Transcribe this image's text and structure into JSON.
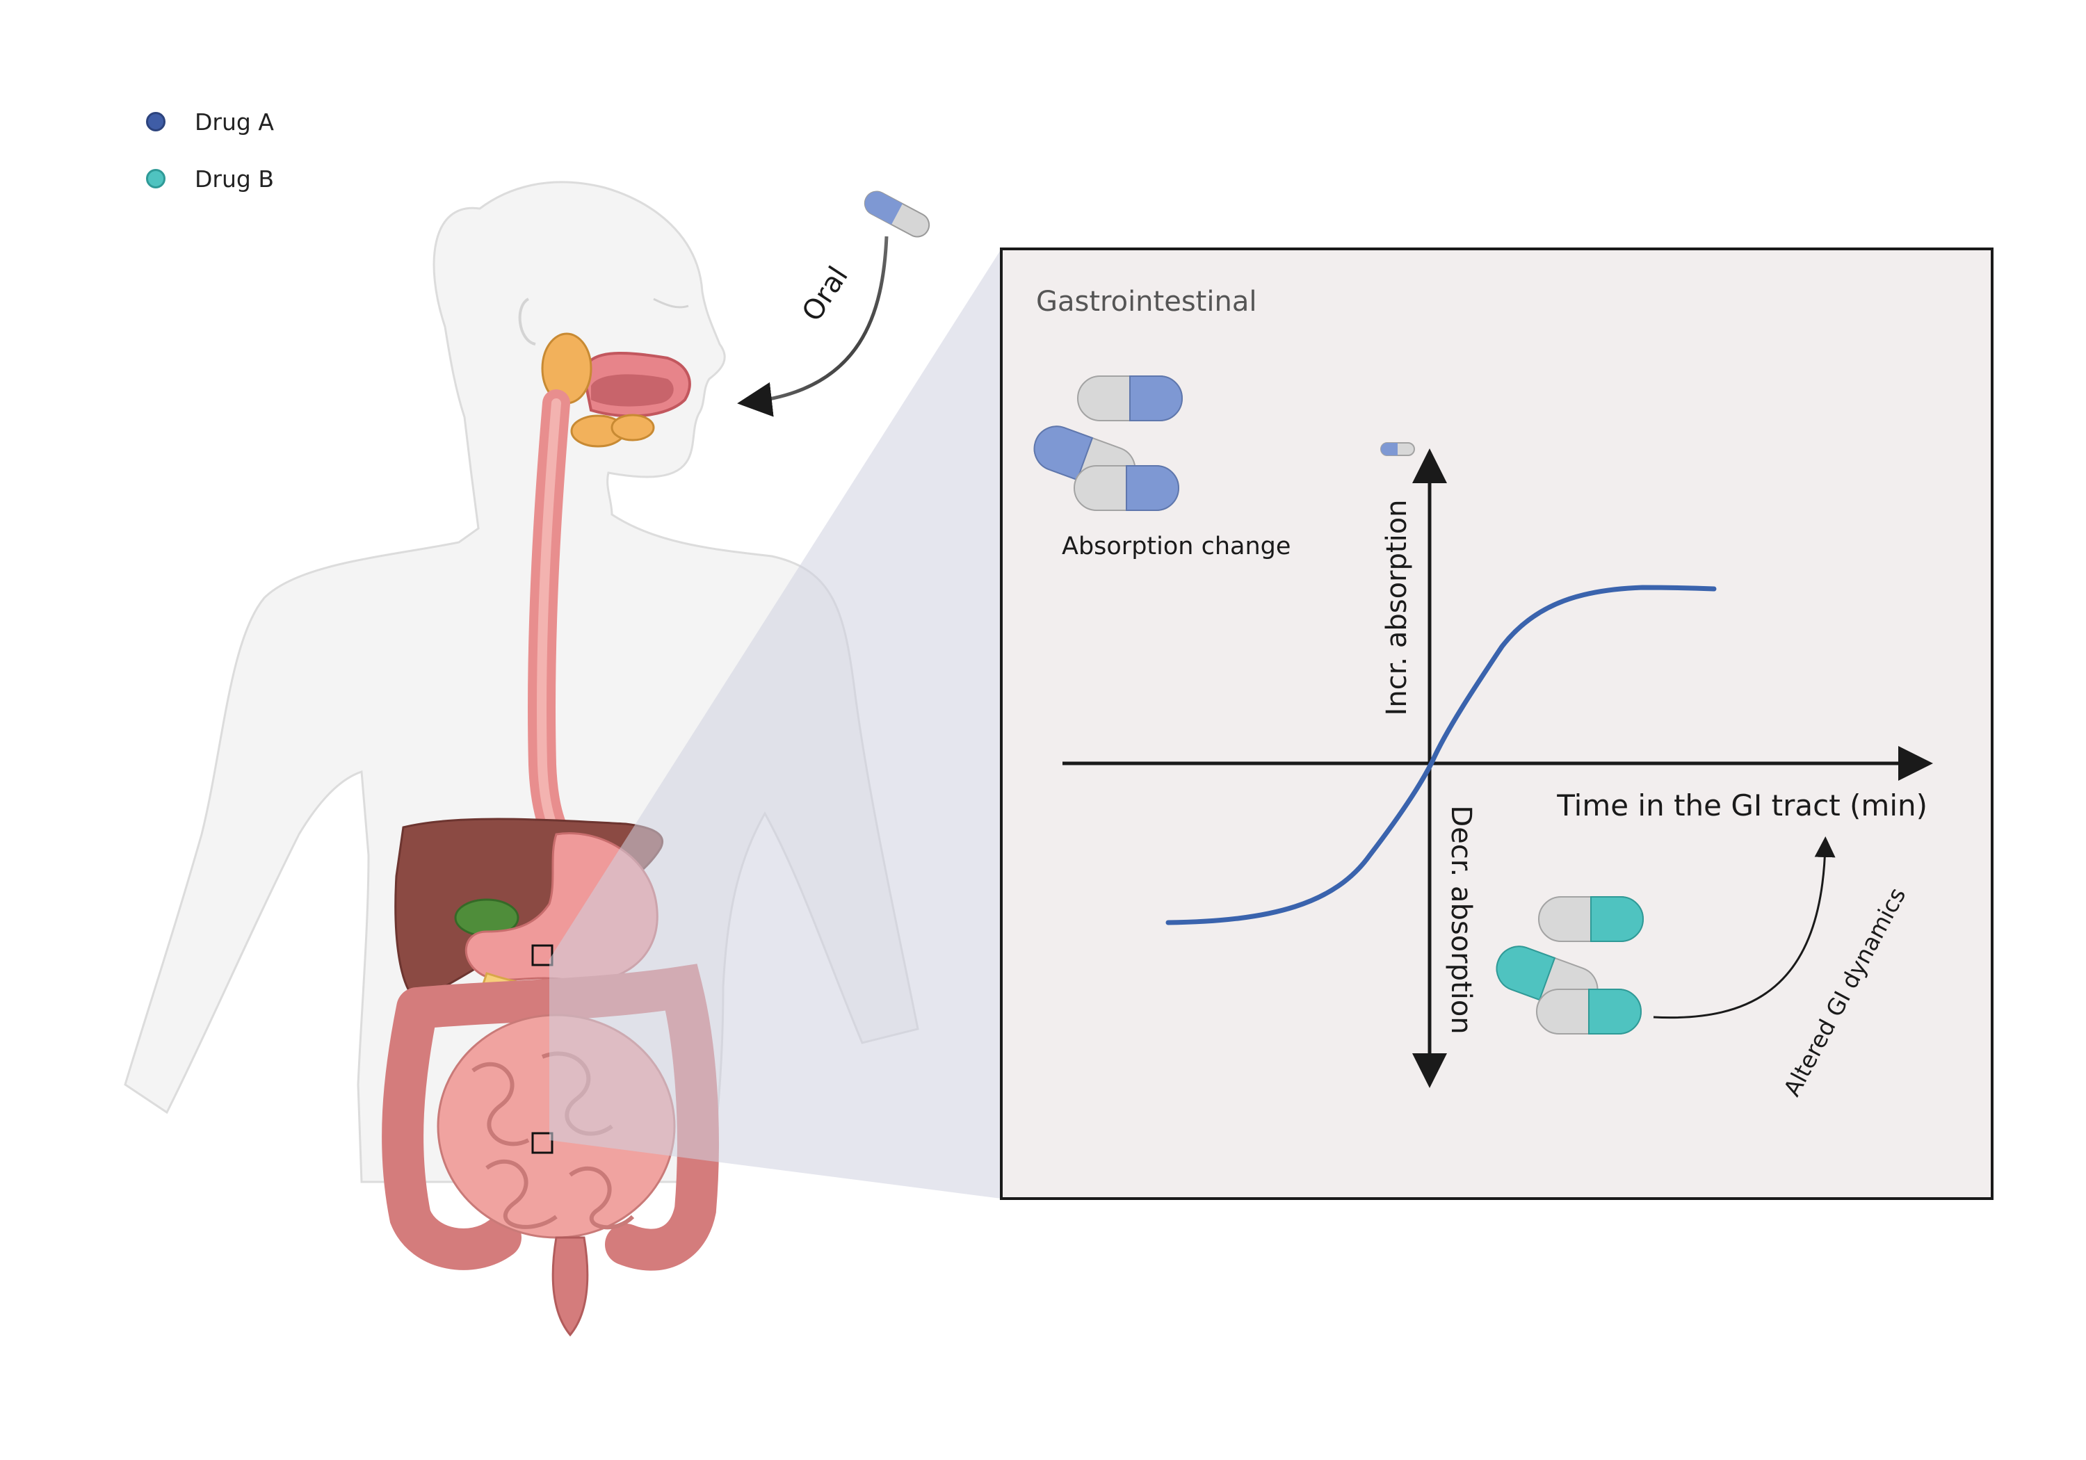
{
  "legend": {
    "drug_a": {
      "label": "Drug A",
      "color": "#3f5da6"
    },
    "drug_b": {
      "label": "Drug B",
      "color": "#4fc3c0"
    }
  },
  "route": {
    "label": "Oral"
  },
  "panel": {
    "title": "Gastrointestinal",
    "absorption_change_label": "Absorption change",
    "y_up_label": "Incr. absorption",
    "y_down_label": "Decr. absorption",
    "x_label": "Time in the GI tract (min)",
    "dynamics_label": "Altered GI dynamics",
    "curve_color": "#3a63ad"
  }
}
